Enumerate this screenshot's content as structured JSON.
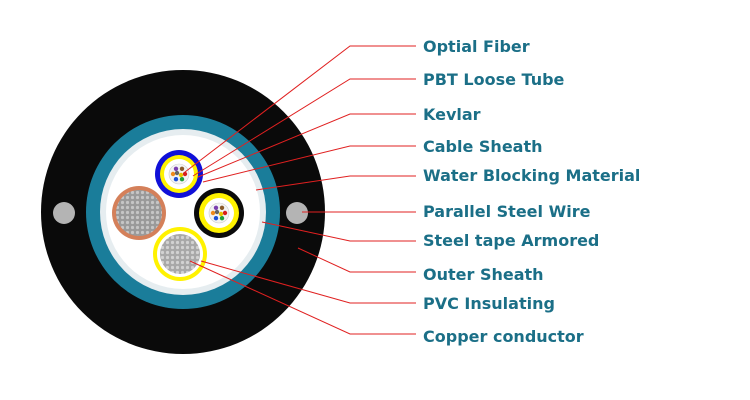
{
  "labels": [
    {
      "id": "optical-fiber",
      "text": "Optial Fiber"
    },
    {
      "id": "pbt-loose-tube",
      "text": "PBT Loose Tube"
    },
    {
      "id": "kevlar",
      "text": "Kevlar"
    },
    {
      "id": "cable-sheath",
      "text": "Cable Sheath"
    },
    {
      "id": "water-blocking",
      "text": "Water Blocking Material"
    },
    {
      "id": "parallel-steel-wire",
      "text": "Parallel Steel Wire"
    },
    {
      "id": "steel-tape-armored",
      "text": "Steel tape Armored"
    },
    {
      "id": "outer-sheath",
      "text": "Outer Sheath"
    },
    {
      "id": "pvc-insulating",
      "text": "PVC Insulating"
    },
    {
      "id": "copper-conductor",
      "text": "Copper conductor"
    }
  ],
  "colors": {
    "label_text": "#1b6f87",
    "leader_line": "#e02020",
    "outer_sheath": "#0a0a0a",
    "steel_tape": "#1a7d9a",
    "inner_sheath": "#e6edf0",
    "water_blocking": "#ffffff",
    "tube_blue": "#1010d8",
    "tube_black": "#0a0a0a",
    "pvc_yellow": "#fff200",
    "copper": "#d4805a",
    "steel_wire": "#b4b4b4"
  }
}
